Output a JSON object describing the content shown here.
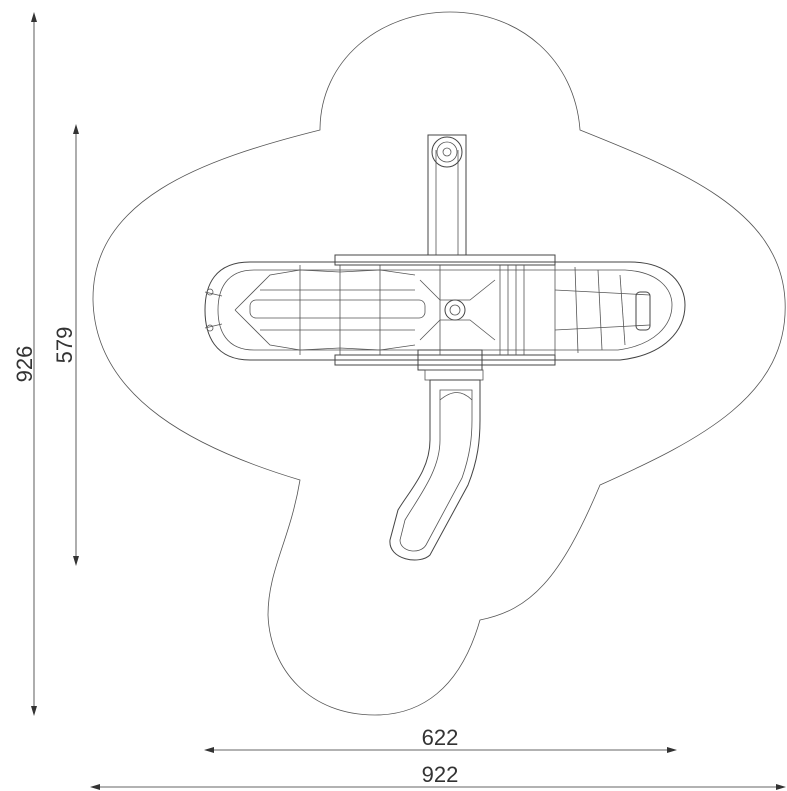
{
  "dimensions": {
    "outer_height": "926",
    "inner_height": "579",
    "inner_width": "622",
    "outer_width": "922"
  },
  "colors": {
    "line": "#444444",
    "text": "#333333",
    "background": "#ffffff"
  }
}
